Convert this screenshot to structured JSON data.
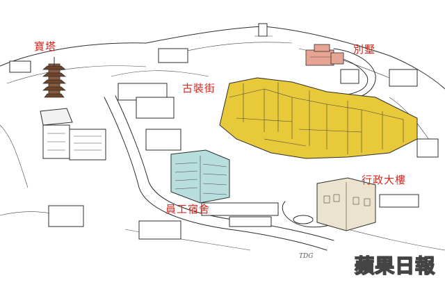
{
  "map_labels": {
    "pagoda": "寶塔",
    "villa": "別墅",
    "ancient_street": "古裝街",
    "admin_building": "行政大樓",
    "staff_dormitory": "員工宿舍"
  },
  "watermark": "蘋果日報",
  "signature": "TDG",
  "colors": {
    "label_red": "#d9261c",
    "ancient_street_gold": "#e8c93a",
    "dormitory_teal": "#b8dedd",
    "villa_pink": "#e8a492",
    "admin_beige": "#ece3cf",
    "pagoda_brown": "#8b5a3c"
  },
  "icons": [
    "pagoda-icon",
    "villa-icon",
    "ancient-street-icon",
    "admin-building-icon",
    "dormitory-icon"
  ]
}
